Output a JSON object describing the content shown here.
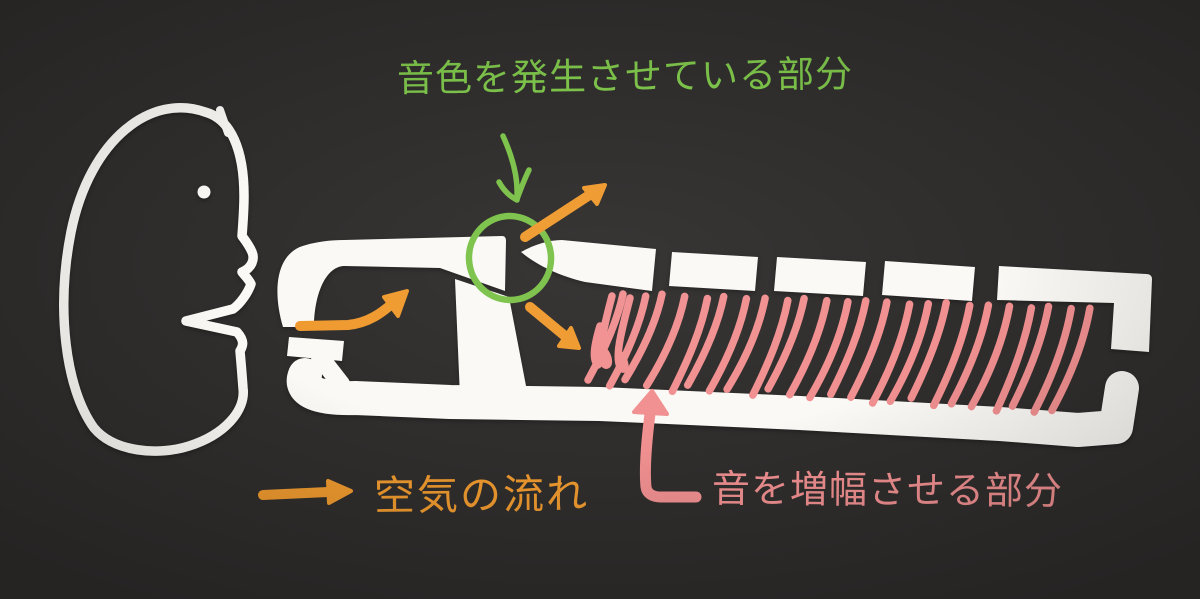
{
  "diagram": {
    "labels": {
      "tone_part": "音色を発生させている部分",
      "air_flow": "空気の流れ",
      "amplify_part": "音を増幅させる部分"
    },
    "colors": {
      "background": "#302e2d",
      "ink": "#faf9f5",
      "accent_green": "#7cc24a",
      "accent_orange": "#ef9a2f",
      "accent_pink": "#f19091"
    }
  }
}
